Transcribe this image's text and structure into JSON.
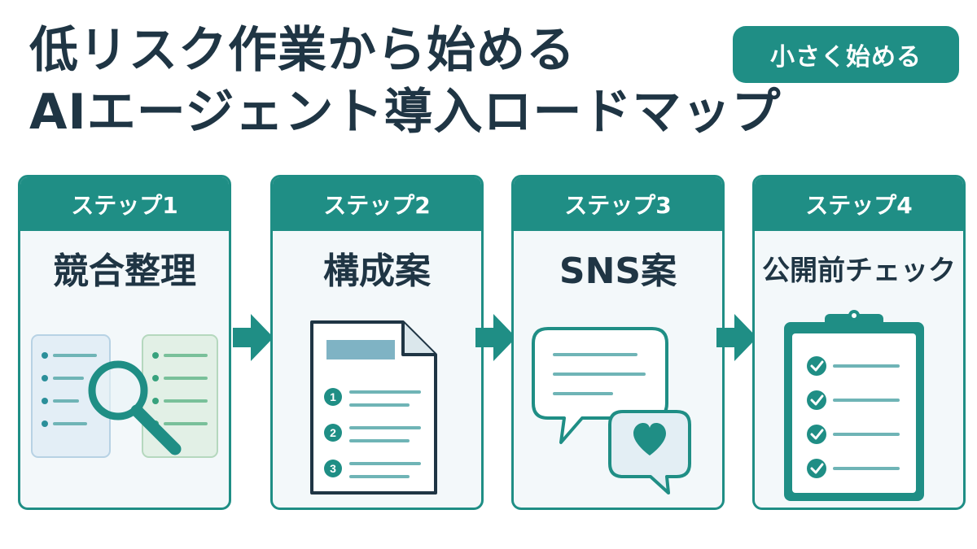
{
  "title": {
    "line1": "低リスク作業から始める",
    "line2": "AIエージェント導入ロードマップ"
  },
  "badge": "小さく始める",
  "steps": [
    {
      "label": "ステップ1",
      "title": "競合整理"
    },
    {
      "label": "ステップ2",
      "title": "構成案",
      "list_numbers": [
        "1",
        "2",
        "3"
      ]
    },
    {
      "label": "ステップ3",
      "title": "SNS案"
    },
    {
      "label": "ステップ4",
      "title": "公開前チェック"
    }
  ],
  "colors": {
    "teal": "#1f8e85",
    "dark_text": "#1f3544",
    "panel_bg": "#f3f8fa",
    "blue_panel": "#e3eef6",
    "green_panel": "#e2f0e6"
  },
  "icons": [
    "magnifier-icon",
    "document-icon",
    "chat-bubbles-icon",
    "heart-icon",
    "clipboard-icon",
    "checkmark-icon",
    "arrow-right-icon"
  ]
}
